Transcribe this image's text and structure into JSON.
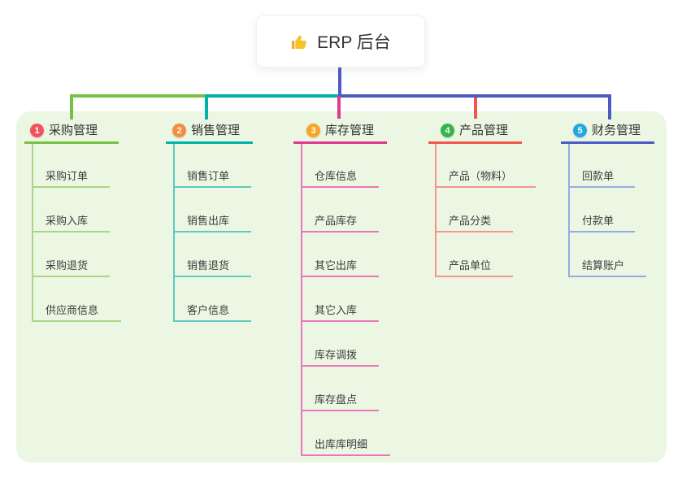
{
  "root": {
    "title": "ERP 后台"
  },
  "colors": {
    "panel_bg": "#ebf6e3",
    "root_connector": "#4a5cc4"
  },
  "branches": [
    {
      "num": "1",
      "label": "采购管理",
      "badge_color": "#f4515f",
      "line_color": "#78c043",
      "child_line_color": "#a9d584",
      "children": [
        "采购订单",
        "采购入库",
        "采购退货",
        "供应商信息"
      ]
    },
    {
      "num": "2",
      "label": "销售管理",
      "badge_color": "#f68c3f",
      "line_color": "#00b3a6",
      "child_line_color": "#5fcabe",
      "children": [
        "销售订单",
        "销售出库",
        "销售退货",
        "客户信息"
      ]
    },
    {
      "num": "3",
      "label": "库存管理",
      "badge_color": "#f4a722",
      "line_color": "#e0398f",
      "child_line_color": "#ef74b9",
      "children": [
        "仓库信息",
        "产品库存",
        "其它出库",
        "其它入库",
        "库存调拨",
        "库存盘点",
        "出库库明细"
      ]
    },
    {
      "num": "4",
      "label": "产品管理",
      "badge_color": "#35b44a",
      "line_color": "#f2574e",
      "child_line_color": "#f4958a",
      "children": [
        "产品（物料）",
        "产品分类",
        "产品单位"
      ]
    },
    {
      "num": "5",
      "label": "财务管理",
      "badge_color": "#24a7e0",
      "line_color": "#4a5cc4",
      "child_line_color": "#96abdf",
      "children": [
        "回款单",
        "付款单",
        "结算账户"
      ]
    }
  ]
}
